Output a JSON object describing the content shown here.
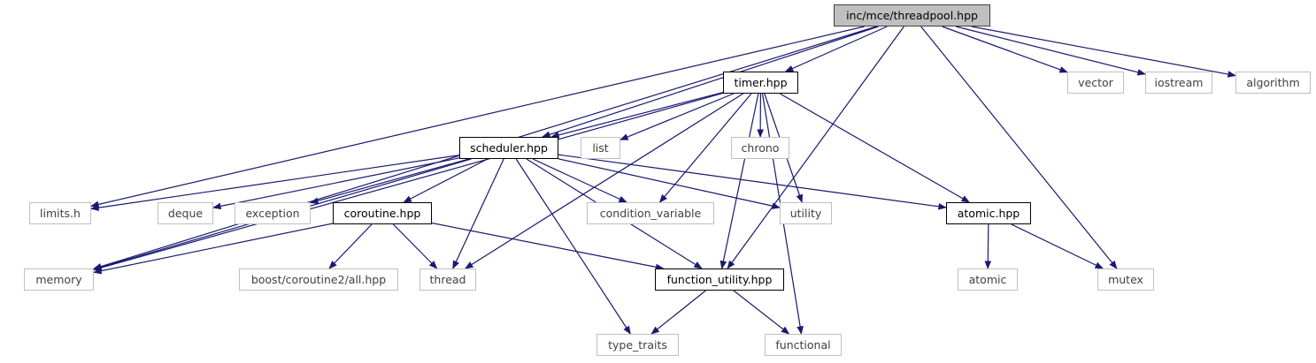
{
  "graph": {
    "nodes": {
      "threadpool": "inc/mce/threadpool.hpp",
      "timer": "timer.hpp",
      "vector": "vector",
      "iostream": "iostream",
      "algorithm": "algorithm",
      "scheduler": "scheduler.hpp",
      "list": "list",
      "chrono": "chrono",
      "limits": "limits.h",
      "deque": "deque",
      "exception": "exception",
      "coroutine": "coroutine.hpp",
      "condition_variable": "condition_variable",
      "utility": "utility",
      "atomic_hpp": "atomic.hpp",
      "memory": "memory",
      "boost_coroutine2": "boost/coroutine2/all.hpp",
      "thread": "thread",
      "function_utility": "function_utility.hpp",
      "atomic": "atomic",
      "mutex": "mutex",
      "type_traits": "type_traits",
      "functional": "functional"
    },
    "edge_color": "#191970",
    "edges": [
      [
        "threadpool",
        "memory"
      ],
      [
        "threadpool",
        "timer"
      ],
      [
        "threadpool",
        "vector"
      ],
      [
        "threadpool",
        "iostream"
      ],
      [
        "threadpool",
        "algorithm"
      ],
      [
        "threadpool",
        "scheduler"
      ],
      [
        "threadpool",
        "limits"
      ],
      [
        "threadpool",
        "function_utility"
      ],
      [
        "threadpool",
        "mutex"
      ],
      [
        "timer",
        "memory"
      ],
      [
        "timer",
        "scheduler"
      ],
      [
        "timer",
        "list"
      ],
      [
        "timer",
        "chrono"
      ],
      [
        "timer",
        "condition_variable"
      ],
      [
        "timer",
        "utility"
      ],
      [
        "timer",
        "atomic_hpp"
      ],
      [
        "timer",
        "thread"
      ],
      [
        "timer",
        "function_utility"
      ],
      [
        "timer",
        "functional"
      ],
      [
        "scheduler",
        "limits"
      ],
      [
        "scheduler",
        "deque"
      ],
      [
        "scheduler",
        "exception"
      ],
      [
        "scheduler",
        "coroutine"
      ],
      [
        "scheduler",
        "condition_variable"
      ],
      [
        "scheduler",
        "utility"
      ],
      [
        "scheduler",
        "atomic_hpp"
      ],
      [
        "scheduler",
        "memory"
      ],
      [
        "scheduler",
        "thread"
      ],
      [
        "scheduler",
        "function_utility"
      ],
      [
        "scheduler",
        "type_traits"
      ],
      [
        "coroutine",
        "memory"
      ],
      [
        "coroutine",
        "boost_coroutine2"
      ],
      [
        "coroutine",
        "thread"
      ],
      [
        "coroutine",
        "function_utility"
      ],
      [
        "atomic_hpp",
        "atomic"
      ],
      [
        "atomic_hpp",
        "mutex"
      ],
      [
        "function_utility",
        "type_traits"
      ],
      [
        "function_utility",
        "functional"
      ]
    ]
  }
}
